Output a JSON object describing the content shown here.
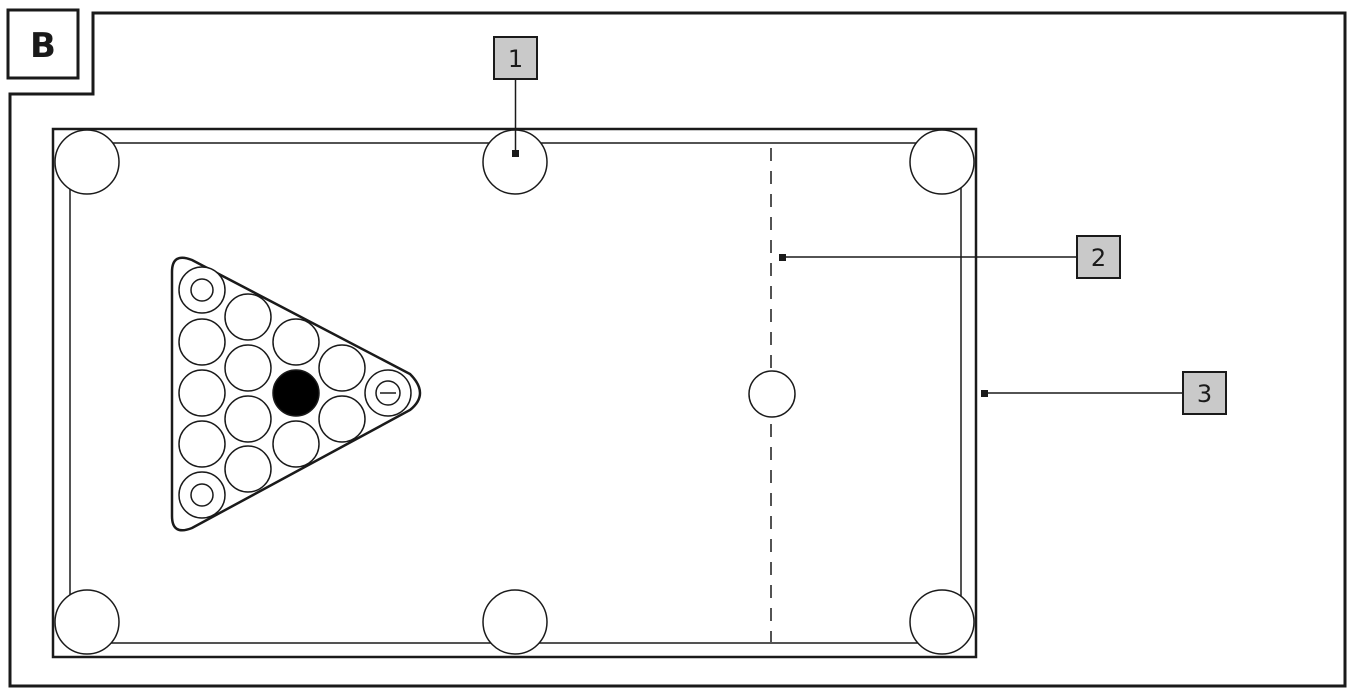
{
  "figure": {
    "panel_label": "B",
    "callouts": [
      "1",
      "2",
      "3"
    ]
  },
  "colors": {
    "line": "#1a1a1a",
    "callout_fill": "#c9c9c9",
    "background": "#ffffff"
  }
}
